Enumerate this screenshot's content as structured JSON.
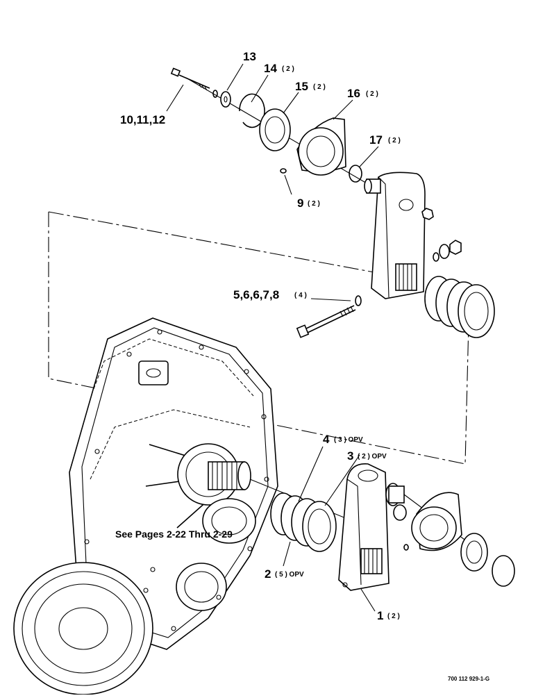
{
  "callouts": {
    "c13": {
      "num": "13",
      "qty": ""
    },
    "c14": {
      "num": "14",
      "qty": "( 2 )"
    },
    "c15": {
      "num": "15",
      "qty": "( 2 )"
    },
    "c16": {
      "num": "16",
      "qty": "( 2 )"
    },
    "c17": {
      "num": "17",
      "qty": "( 2 )"
    },
    "c9": {
      "num": "9",
      "qty": "( 2 )"
    },
    "c10": {
      "num": "10,11,12",
      "qty": ""
    },
    "c5": {
      "num": "5,6,6,7,8",
      "qty": "( 4 )"
    },
    "c4": {
      "num": "4",
      "qty": "( 3 ) OPV"
    },
    "c3": {
      "num": "3",
      "qty": "( 2 ) OPV"
    },
    "c2": {
      "num": "2",
      "qty": "( 5 ) OPV"
    },
    "c1": {
      "num": "1",
      "qty": "( 2 )"
    }
  },
  "note": "See Pages 2-22 Thru 2-29",
  "figure_ref": "700 112 929-1-G"
}
